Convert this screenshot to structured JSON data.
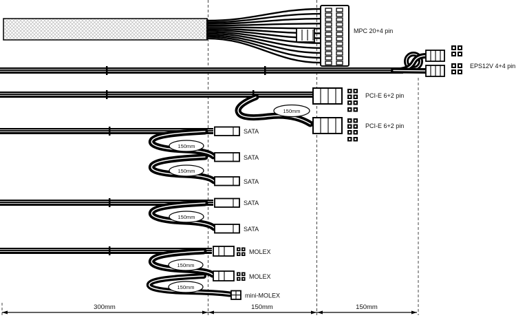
{
  "diagram": {
    "connector_labels": {
      "mpc": "MPC 20+4 pin",
      "eps": "EPS12V 4+4 pin",
      "pcie_1": "PCI-E 6+2 pin",
      "pcie_2": "PCI-E 6+2 pin",
      "sata_1": "SATA",
      "sata_2": "SATA",
      "sata_3": "SATA",
      "sata_4": "SATA",
      "sata_5": "SATA",
      "molex_1": "MOLEX",
      "molex_2": "MOLEX",
      "mini_molex": "mini-MOLEX"
    },
    "loop_labels": {
      "pcie": "150mm",
      "sata_a": "150mm",
      "sata_b": "150mm",
      "sata_c": "150mm",
      "molex_a": "150mm",
      "molex_b": "150mm"
    },
    "dimension_labels": {
      "segment_1": "300mm",
      "segment_2": "150mm",
      "segment_3": "150mm"
    },
    "colors": {
      "line": "#000000",
      "background": "#ffffff",
      "sleeve_mesh": "#b8b8b8",
      "dashed_guide": "#444444"
    }
  }
}
